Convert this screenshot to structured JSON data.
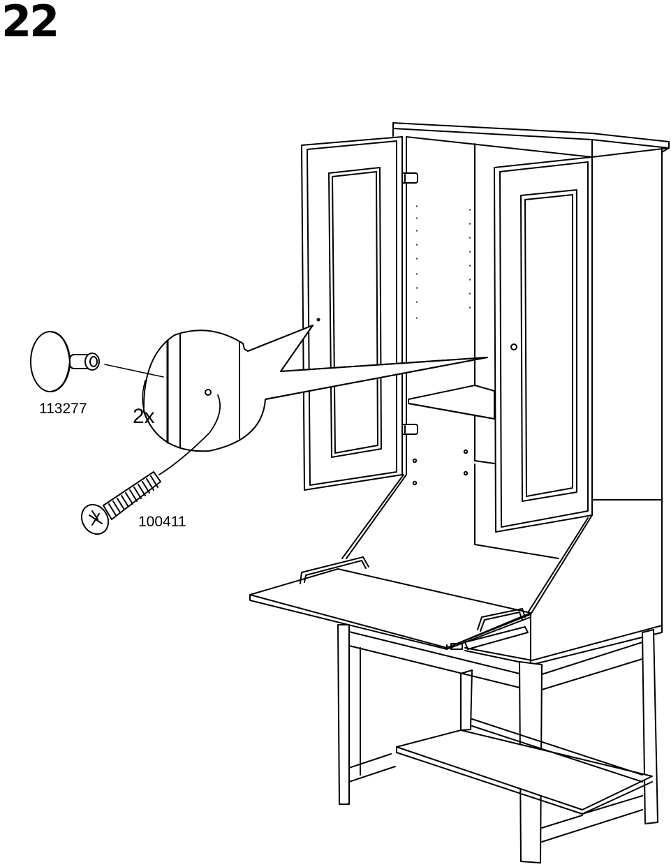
{
  "step": {
    "number": "22"
  },
  "parts": {
    "knob": {
      "id": "113277",
      "icon": "knob-icon"
    },
    "screw": {
      "id": "100411",
      "icon": "screw-icon"
    }
  },
  "quantity": "2x",
  "illustration": {
    "subject": "bureau-icon",
    "detail": "detail-magnifier-icon"
  }
}
